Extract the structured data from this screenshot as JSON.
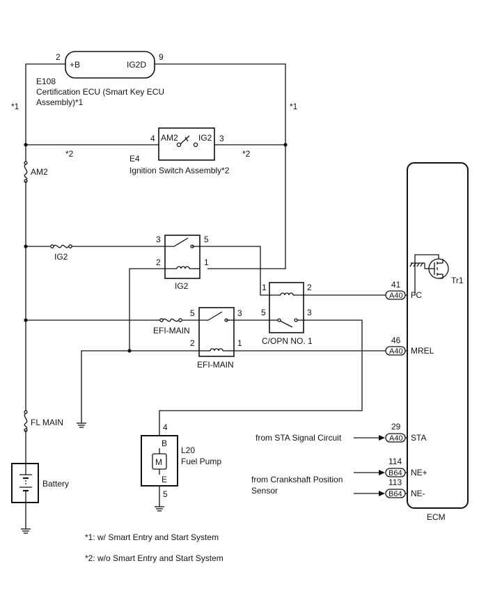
{
  "cert_ecu": {
    "code": "E108",
    "name_line1": "Certification ECU (Smart Key ECU",
    "name_line2": "Assembly)*1",
    "pin_b_num": "2",
    "pin_b_label": "+B",
    "pin_ig2d_num": "9",
    "pin_ig2d_label": "IG2D"
  },
  "ignition_switch": {
    "code": "E4",
    "name": "Ignition Switch Assembly*2",
    "pin_am2_num": "4",
    "pin_am2_label": "AM2",
    "pin_ig2_num": "3",
    "pin_ig2_label": "IG2"
  },
  "wire_notes": {
    "star1": "*1",
    "star2": "*2"
  },
  "fuses": {
    "am2": "AM2",
    "ig2": "IG2",
    "efi_main": "EFI-MAIN",
    "fl_main": "FL MAIN"
  },
  "relay_ig2": {
    "label": "IG2",
    "p3": "3",
    "p5": "5",
    "p2": "2",
    "p1": "1"
  },
  "relay_efi": {
    "label": "EFI-MAIN",
    "p5": "5",
    "p3": "3",
    "p2": "2",
    "p1": "1"
  },
  "relay_copn": {
    "label": "C/OPN NO. 1",
    "p1": "1",
    "p2": "2",
    "p5": "5",
    "p3": "3"
  },
  "ecm": {
    "label": "ECM",
    "tr_label": "Tr1",
    "fc": {
      "pin": "41",
      "conn": "A40",
      "name": "FC"
    },
    "mrel": {
      "pin": "46",
      "conn": "A40",
      "name": "MREL"
    },
    "sta": {
      "pin": "29",
      "conn": "A40",
      "name": "STA"
    },
    "ne_plus": {
      "pin": "114",
      "conn": "B64",
      "name": "NE+"
    },
    "ne_minus": {
      "pin": "113",
      "conn": "B64",
      "name": "NE-"
    }
  },
  "sources": {
    "sta": "from STA Signal Circuit",
    "crank_line1": "from Crankshaft Position",
    "crank_line2": "Sensor"
  },
  "fuel_pump": {
    "code": "L20",
    "name": "Fuel Pump",
    "pin_top": "4",
    "pin_bottom": "5",
    "b": "B",
    "e": "E",
    "m": "M"
  },
  "battery": {
    "label": "Battery"
  },
  "footnotes": {
    "note1": "*1: w/ Smart Entry and Start System",
    "note2": "*2: w/o Smart Entry and Start System"
  }
}
